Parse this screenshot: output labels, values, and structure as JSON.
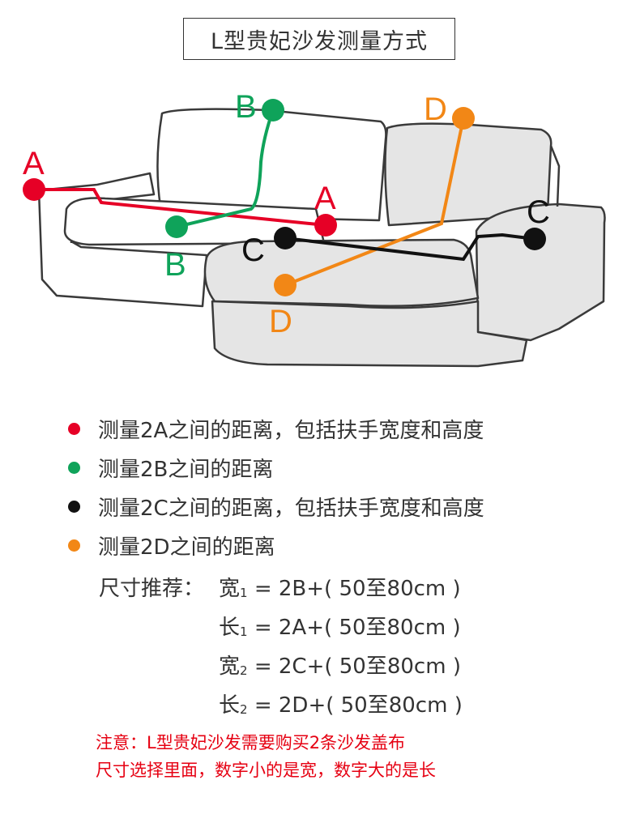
{
  "title": "L型贵妃沙发测量方式",
  "markers": {
    "A": "A",
    "B": "B",
    "C": "C",
    "D": "D"
  },
  "colors": {
    "A": "#e60026",
    "B": "#0fa35a",
    "C": "#111111",
    "D": "#f28716"
  },
  "legend": [
    {
      "text": "测量2A之间的距离，包括扶手宽度和高度",
      "color": "#e60026"
    },
    {
      "text": "测量2B之间的距离",
      "color": "#0fa35a"
    },
    {
      "text": "测量2C之间的距离，包括扶手宽度和高度",
      "color": "#111111"
    },
    {
      "text": "测量2D之间的距离",
      "color": "#f28716"
    }
  ],
  "sizes": {
    "label": "尺寸推荐：",
    "rows": [
      {
        "name": "宽",
        "sub": "1",
        "formula": " = 2B+( 50至80cm )"
      },
      {
        "name": "长",
        "sub": "1",
        "formula": " = 2A+( 50至80cm )"
      },
      {
        "name": "宽",
        "sub": "2",
        "formula": " = 2C+( 50至80cm )"
      },
      {
        "name": "长",
        "sub": "2",
        "formula": " = 2D+( 50至80cm )"
      }
    ]
  },
  "note": {
    "line1": "注意：L型贵妃沙发需要购买2条沙发盖布",
    "line2": "尺寸选择里面，数字小的是宽，数字大的是长"
  }
}
